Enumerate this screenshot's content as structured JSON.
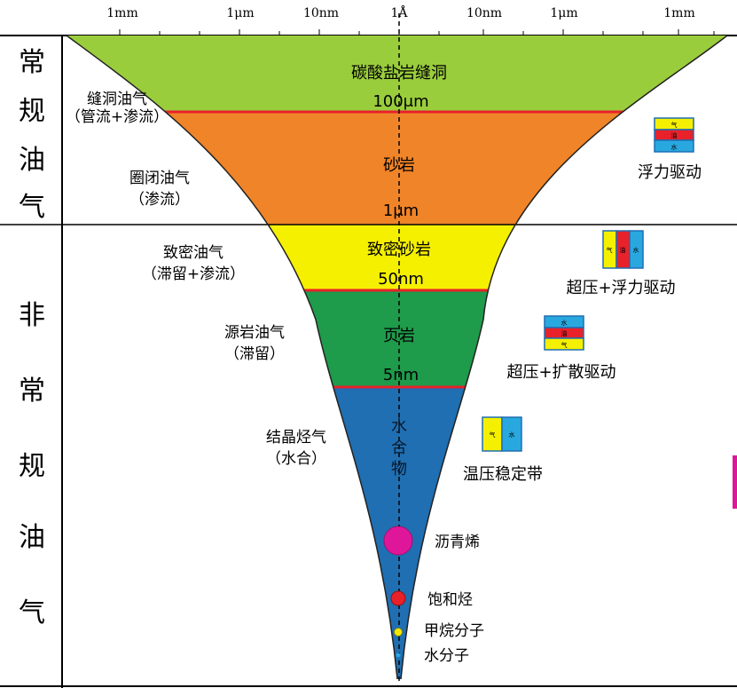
{
  "scale_labels": [
    "1mm",
    "1μm",
    "10nm",
    "1Å",
    "10nm",
    "1μm",
    "1mm"
  ],
  "zones": {
    "conventional": [
      "常",
      "规",
      "油",
      "气"
    ],
    "unconventional": [
      "非",
      "常",
      "规",
      "油",
      "气"
    ]
  },
  "layers": [
    {
      "name": "碳酸盐岩缝洞",
      "boundary": "100μm",
      "color": "#9acd3c"
    },
    {
      "name": "砂岩",
      "boundary": "1μm",
      "color": "#f08428"
    },
    {
      "name": "致密砂岩",
      "boundary": "50nm",
      "color": "#f5f000"
    },
    {
      "name": "页岩",
      "boundary": "5nm",
      "color": "#1e9b4b"
    },
    {
      "name": "水合物",
      "boundary": "",
      "color": "#1f6fb2"
    }
  ],
  "accumulation_types": [
    {
      "line1": "缝洞油气",
      "line2": "（管流+渗流）"
    },
    {
      "line1": "圈闭油气",
      "line2": "（渗流）"
    },
    {
      "line1": "致密油气",
      "line2": "（滞留+渗流）"
    },
    {
      "line1": "源岩油气",
      "line2": "（滞留）"
    },
    {
      "line1": "结晶烃气",
      "line2": "（水合）"
    }
  ],
  "drive_mechanisms": [
    {
      "label": "浮力驱动",
      "chips": [
        "气",
        "油",
        "水"
      ]
    },
    {
      "label": "超压+浮力驱动",
      "chips": [
        "气",
        "油",
        "水"
      ]
    },
    {
      "label": "超压+扩散驱动",
      "chips": [
        "水",
        "油",
        "气"
      ]
    },
    {
      "label": "温压稳定带",
      "chips": [
        "气",
        "水"
      ]
    }
  ],
  "molecules": [
    {
      "label": "沥青烯",
      "color": "#e0169a"
    },
    {
      "label": "饱和烃",
      "color": "#e8212a"
    },
    {
      "label": "甲烷分子",
      "color": "#f5e800"
    },
    {
      "label": "水分子",
      "color": "#29a8e0"
    }
  ],
  "colors": {
    "boundary_line": "#e8212a",
    "gas": "#f5f000",
    "oil": "#e8212a",
    "water": "#29a8e0"
  }
}
